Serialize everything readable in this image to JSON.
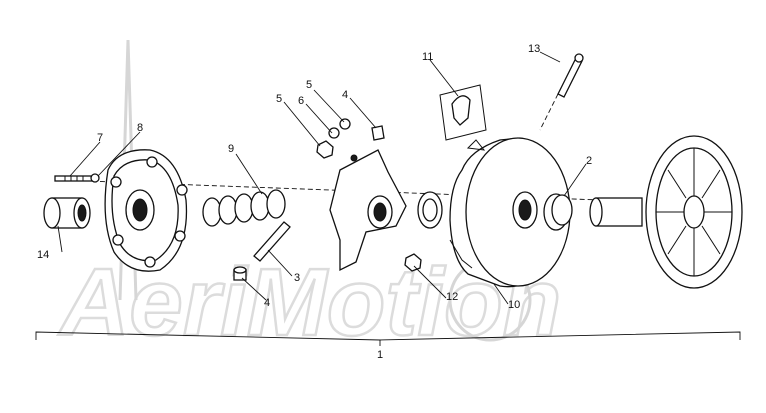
{
  "watermark": {
    "text": "AeriMotion"
  },
  "assembly_label": "1",
  "callouts": [
    {
      "id": "c2",
      "text": "2"
    },
    {
      "id": "c3",
      "text": "3"
    },
    {
      "id": "c4a",
      "text": "4"
    },
    {
      "id": "c4b",
      "text": "4"
    },
    {
      "id": "c5a",
      "text": "5"
    },
    {
      "id": "c5b",
      "text": "5"
    },
    {
      "id": "c6",
      "text": "6"
    },
    {
      "id": "c7",
      "text": "7"
    },
    {
      "id": "c8",
      "text": "8"
    },
    {
      "id": "c9",
      "text": "9"
    },
    {
      "id": "c10",
      "text": "10"
    },
    {
      "id": "c11",
      "text": "11"
    },
    {
      "id": "c12",
      "text": "12"
    },
    {
      "id": "c13",
      "text": "13"
    },
    {
      "id": "c14",
      "text": "14"
    }
  ]
}
